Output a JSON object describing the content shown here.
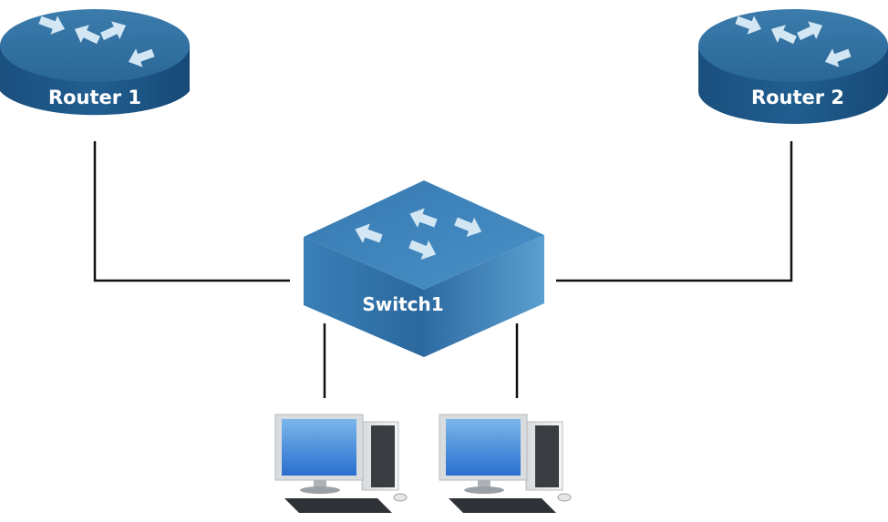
{
  "diagram": {
    "title": "Network topology",
    "nodes": [
      {
        "id": "router1",
        "type": "router",
        "label": "Router 1"
      },
      {
        "id": "router2",
        "type": "router",
        "label": "Router 2"
      },
      {
        "id": "switch1",
        "type": "switch",
        "label": "Switch1"
      },
      {
        "id": "pc1",
        "type": "pc",
        "label": ""
      },
      {
        "id": "pc2",
        "type": "pc",
        "label": ""
      }
    ],
    "links": [
      {
        "from": "router1",
        "to": "switch1"
      },
      {
        "from": "router2",
        "to": "switch1"
      },
      {
        "from": "switch1",
        "to": "pc1"
      },
      {
        "from": "switch1",
        "to": "pc2"
      }
    ],
    "colors": {
      "device_top": "#2f6f9e",
      "device_side": "#1d5687",
      "switch_top": "#3a7db5",
      "arrow": "#cfe3f2",
      "link": "#111111",
      "screen": "#3b82d6"
    }
  }
}
